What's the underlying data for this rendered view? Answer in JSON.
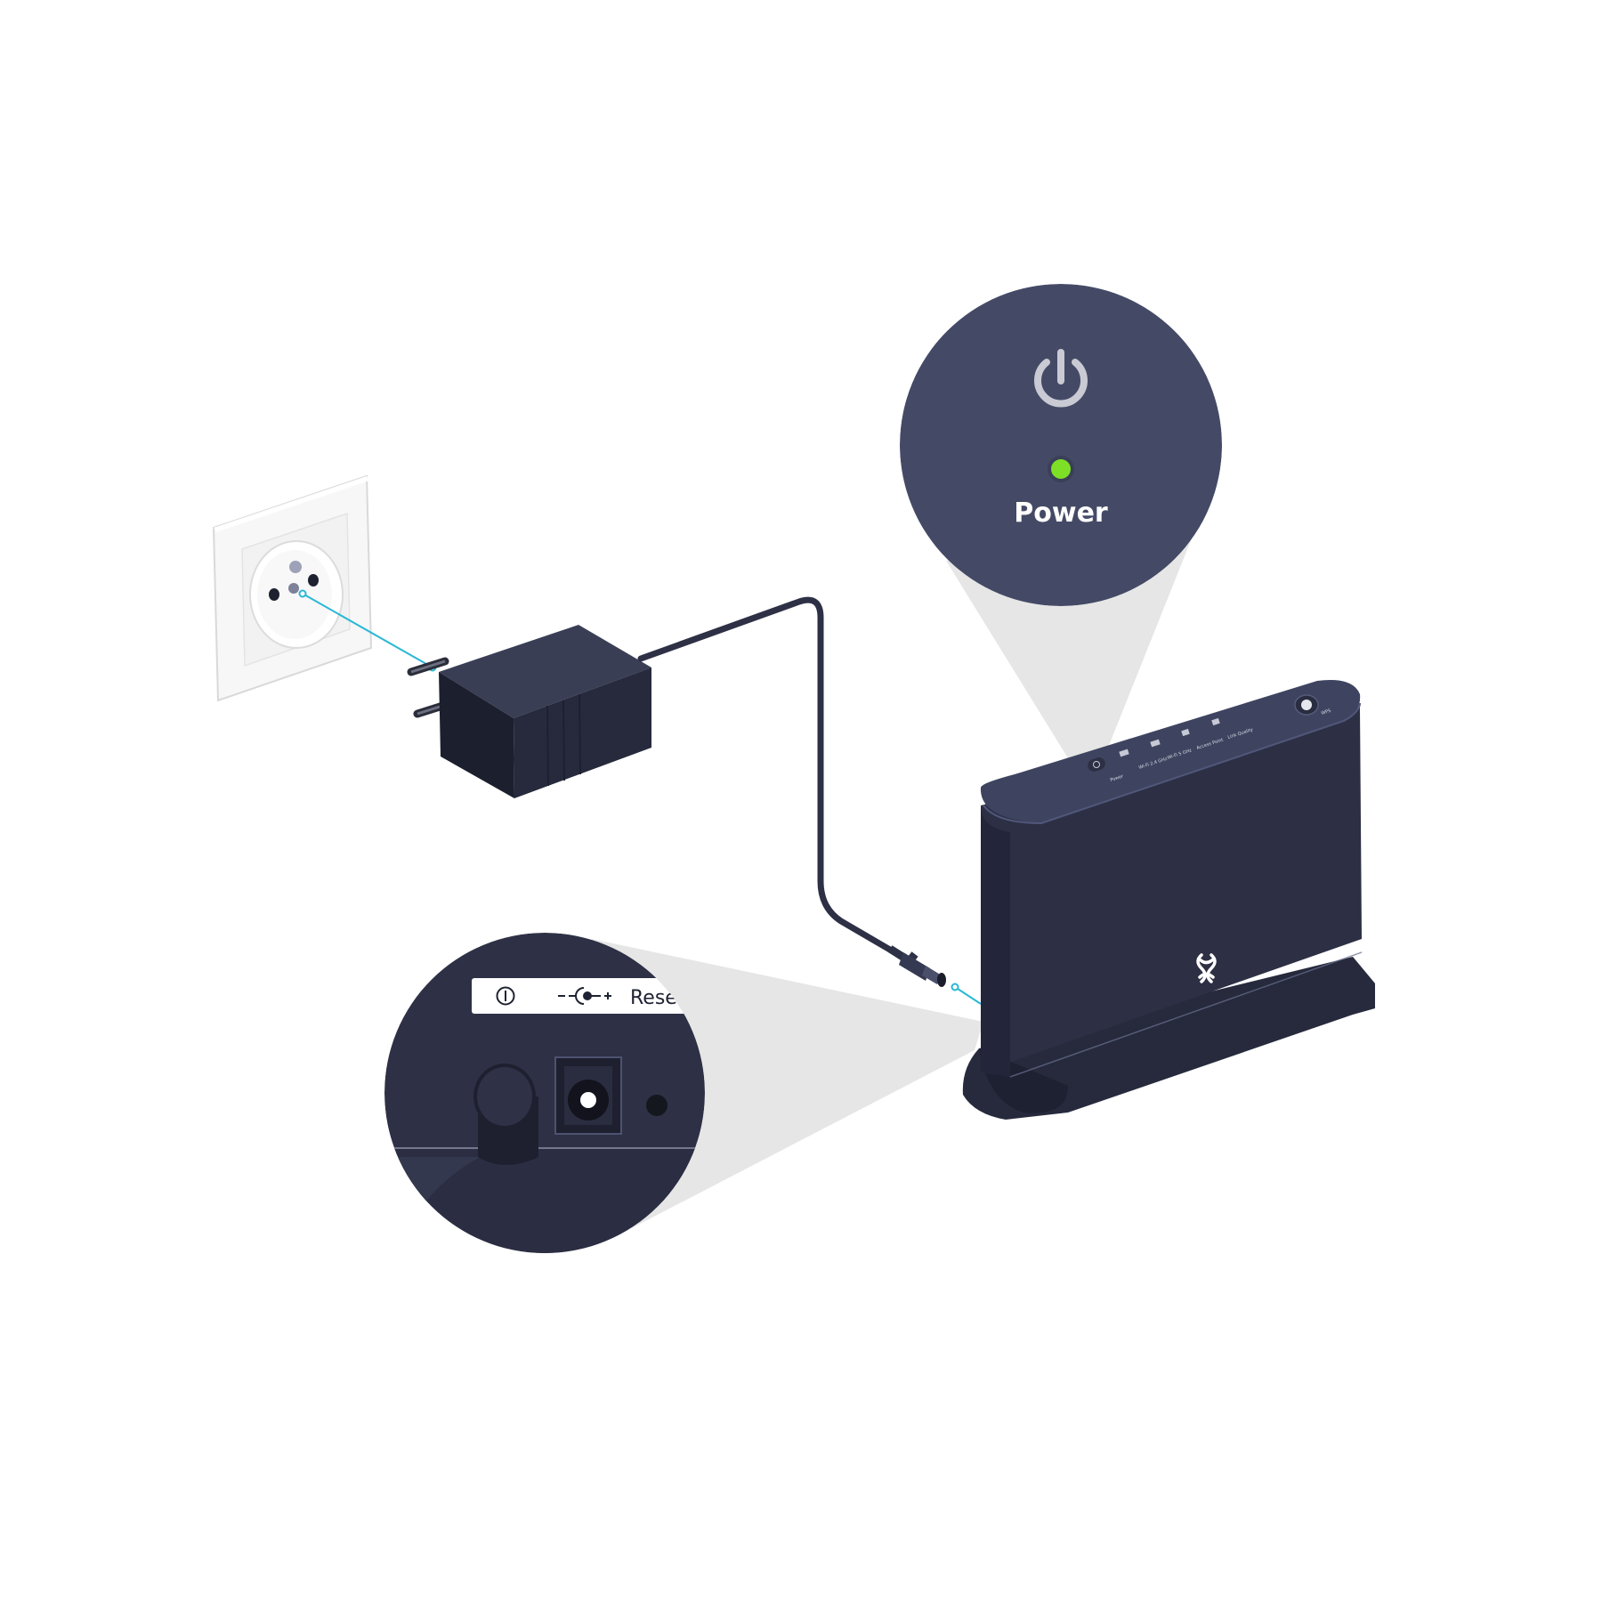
{
  "zoom_top": {
    "label": "Power",
    "led_color": "#7ee026",
    "icon": "power-icon"
  },
  "zoom_bottom": {
    "strip_labels": {
      "power_symbol": "power-button-icon",
      "dc_symbol": "dc-polarity-icon",
      "reset_text": "Rese"
    }
  },
  "router": {
    "led_labels": [
      "Power",
      "Wi-Fi 2.4 GHz",
      "Wi-Fi 5 GHz",
      "Access Point",
      "Link Quality"
    ],
    "wps_label": "WPS",
    "logo_icon": "brand-logo-icon"
  },
  "colors": {
    "device_dark": "#2e3145",
    "device_top": "#3e4460",
    "zoom_top_bg": "#444a66",
    "zoom_bottom_bg": "#2e3145",
    "pointer_line": "#29b8d6",
    "cone": "#e6e6e6"
  }
}
